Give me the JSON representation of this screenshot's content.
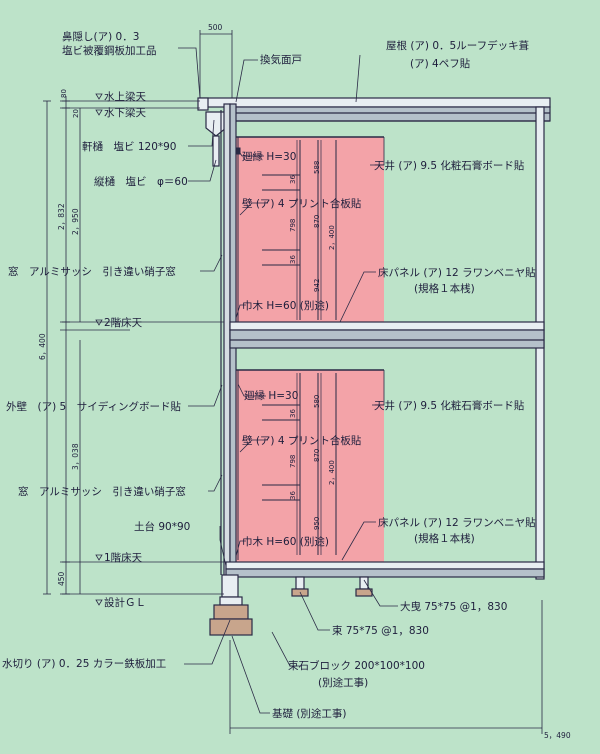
{
  "top_dimension": "500",
  "labels": {
    "hanakakushi_1": "鼻隠し(ア) 0．3",
    "hanakakushi_2": "塩ビ被覆鋼板加工品",
    "kankimendo": "換気面戸",
    "yane_1": "屋根 (ア) 0．5ルーフデッキ葺",
    "yane_2": "(ア) 4ペフ貼",
    "mizukami": "水上梁天",
    "mizushita": "水下梁天",
    "nokitoi": "軒樋　塩ビ 120*90",
    "tatetoi": "縦樋　塩ビ　φ＝60",
    "mawaribuchi_upper": "廻縁 H=30",
    "tenjo_upper": "天井 (ア) 9.5 化粧石膏ボード貼",
    "kabe_upper": "壁 (ア) 4 プリント合板貼",
    "mado_upper": "窓　アルミサッシ　引き違い硝子窓",
    "yuka_upper_1": "床パネル (ア) 12 ラワンベニヤ貼",
    "yuka_upper_2": "(規格１本桟)",
    "habaki_upper": "巾木 H=60 (別途)",
    "floor2": "2階床天",
    "gaiheki": "外壁　(ア) 5　サイディングボード貼",
    "mawaribuchi_lower": "廻縁 H=30",
    "tenjo_lower": "天井 (ア) 9.5 化粧石膏ボード貼",
    "kabe_lower": "壁 (ア) 4 プリント合板貼",
    "mado_lower": "窓　アルミサッシ　引き違い硝子窓",
    "dodai": "土台 90*90",
    "yuka_lower_1": "床パネル (ア) 12 ラワンベニヤ貼",
    "yuka_lower_2": "(規格１本桟)",
    "habaki_lower": "巾木 H=60 (別途)",
    "floor1": "1階床天",
    "sekkei_gl": "設計ＧＬ",
    "obiki": "大曳 75*75 @1，830",
    "tsuka": "束 75*75 @1，830",
    "mizukiri": "水切り (ア) 0．25 カラー鉄板加工",
    "tsukaishi_1": "束石ブロック 200*100*100",
    "tsukaishi_2": "(別途工事)",
    "kiso": "基礎 (別途工事)"
  },
  "dimensions": {
    "d80": "80",
    "d20": "20",
    "d2832": "2，832",
    "d2950": "2，950",
    "d6400": "6，400",
    "d3038": "3，038",
    "d450": "450",
    "u36a": "36",
    "u588": "588",
    "u798": "798",
    "u870": "870",
    "u36b": "36",
    "u942": "942",
    "u2400": "2，400",
    "l36a": "36",
    "l580": "580",
    "l798": "798",
    "l870": "870",
    "l36b": "36",
    "l950": "950",
    "l2400": "2，400",
    "bottom": "5，490"
  },
  "colors": {
    "background": "#bde3c9",
    "wall_fill": "#f3a3a8",
    "structure_fill": "#b5c1ca",
    "line": "#2a2a45"
  }
}
